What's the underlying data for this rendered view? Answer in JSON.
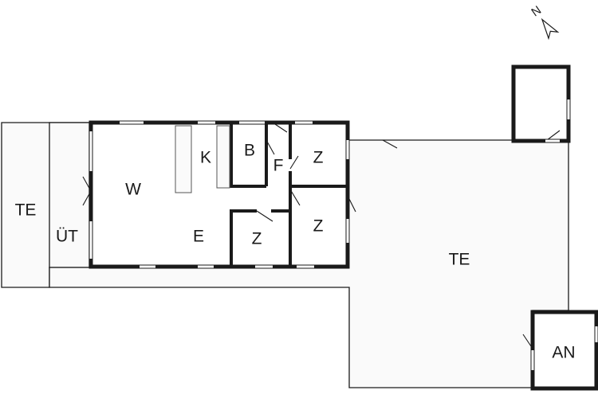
{
  "compass": {
    "letter": "N",
    "icon": "north-arrow-icon"
  },
  "rooms": {
    "terrace_west": "TE",
    "utility": "ÜT",
    "living": "W",
    "kitchen": "K",
    "bath": "B",
    "hall": "F",
    "bedroom_1": "Z",
    "bedroom_2": "Z",
    "bedroom_3": "Z",
    "dining": "E",
    "terrace_east": "TE",
    "annex": "AN"
  }
}
